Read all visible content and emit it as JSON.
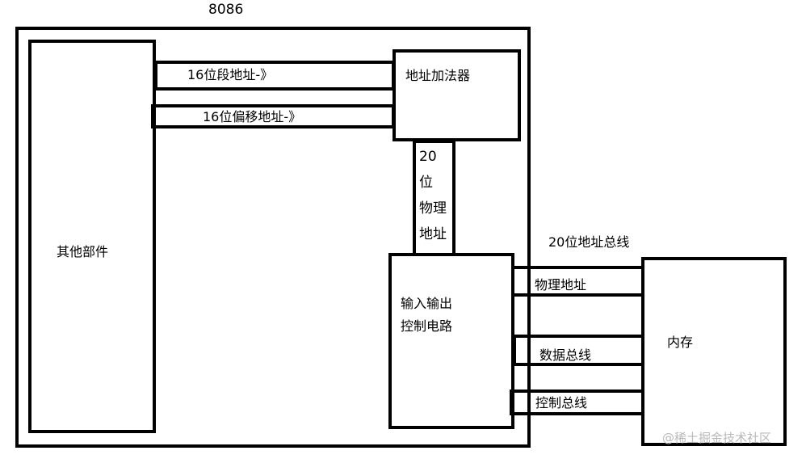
{
  "diagram": {
    "cpu_label": "8086",
    "other_parts": "其他部件",
    "adder": "地址加法器",
    "segment_address": "16位段地址-》",
    "offset_address": "16位偏移地址-》",
    "physical_address_vertical": [
      "20",
      "位",
      "物理",
      "地址"
    ],
    "io_control": [
      "输入输出",
      "控制电路"
    ],
    "address_bus": "20位地址总线",
    "physical_address": "物理地址",
    "data_bus": "数据总线",
    "control_bus": "控制总线",
    "memory": "内存"
  },
  "watermark": "@稀土掘金技术社区"
}
